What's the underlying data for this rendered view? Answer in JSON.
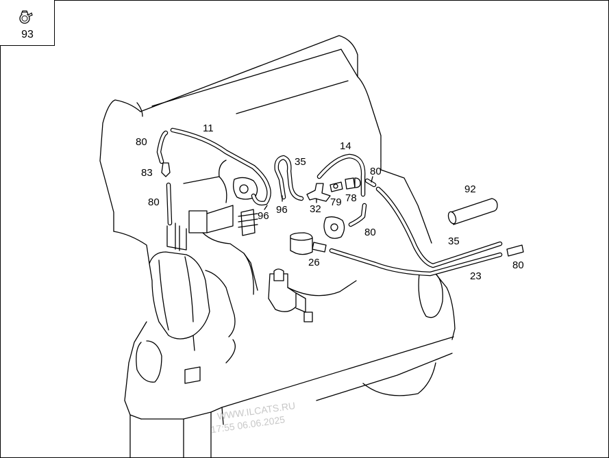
{
  "legend": {
    "part_number": "93",
    "icon": "hose-clamp-icon"
  },
  "labels": {
    "p11": "11",
    "p80a": "80",
    "p83": "83",
    "p80b": "80",
    "p35a": "35",
    "p14": "14",
    "p80c": "80",
    "p96a": "96",
    "p96b": "96",
    "p32": "32",
    "p79": "79",
    "p78": "78",
    "p80d": "80",
    "p92": "92",
    "p35b": "35",
    "p26": "26",
    "p23": "23",
    "p80e": "80"
  },
  "watermark": {
    "line1": "WWW.ILCATS.RU",
    "line2": "17:55 06.06.2025"
  }
}
